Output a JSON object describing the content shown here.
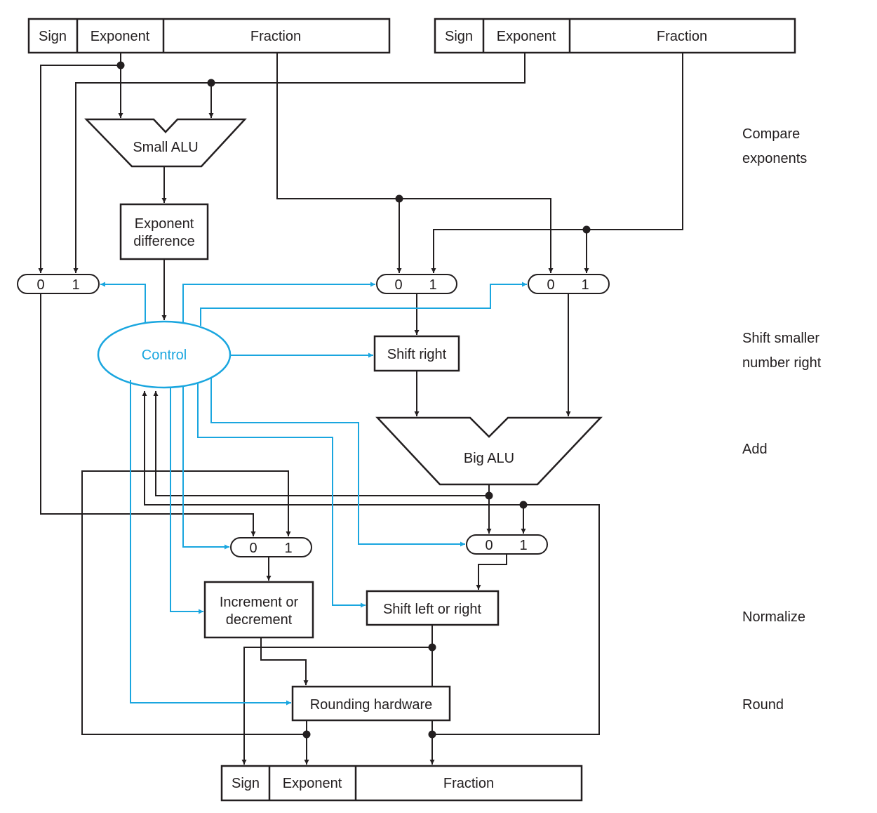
{
  "colors": {
    "ink": "#231f20",
    "control": "#1aa6df"
  },
  "input_a": {
    "sign": "Sign",
    "exponent": "Exponent",
    "fraction": "Fraction"
  },
  "input_b": {
    "sign": "Sign",
    "exponent": "Exponent",
    "fraction": "Fraction"
  },
  "output": {
    "sign": "Sign",
    "exponent": "Exponent",
    "fraction": "Fraction"
  },
  "small_alu": "Small ALU",
  "exponent_difference": [
    "Exponent",
    "difference"
  ],
  "control": "Control",
  "shift_right": "Shift right",
  "big_alu": "Big ALU",
  "increment_decrement": [
    "Increment or",
    "decrement"
  ],
  "shift_left_right": "Shift left or right",
  "rounding": "Rounding hardware",
  "mux_inputs": [
    "0",
    "1"
  ],
  "stages": {
    "compare": [
      "Compare",
      "exponents"
    ],
    "shift": [
      "Shift smaller",
      "number right"
    ],
    "add": "Add",
    "normalize": "Normalize",
    "round": "Round"
  }
}
